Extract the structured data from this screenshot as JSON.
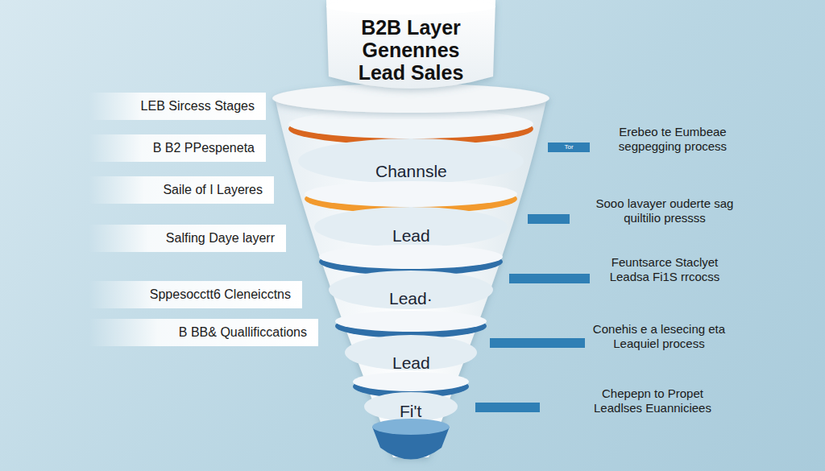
{
  "diagram": {
    "nodes": [
      {
        "text": [
          "B2B Layer Genennes Lead Sales"
        ]
      },
      {
        "text": [
          "Channsle"
        ]
      },
      {
        "text": [
          "Lead"
        ]
      },
      {
        "text": [
          "Lead·"
        ]
      },
      {
        "text": [
          "Lead"
        ]
      },
      {
        "text": [
          "Fi't"
        ]
      },
      {
        "text": [
          "LEB Sircess Stages"
        ]
      },
      {
        "text": [
          "B B2 PPespeneta"
        ]
      },
      {
        "text": [
          "Saile of I Layeres"
        ]
      },
      {
        "text": [
          "Salfing Daye layerr"
        ]
      },
      {
        "text": [
          "Sppesocctt6 Cleneicctns"
        ]
      },
      {
        "text": [
          "B BB& Quallificcations"
        ]
      }
    ],
    "labels": [
      "Erebeo te Eumbeae segpegging process",
      "Sooo lavayer ouderte sag quiltilio pressss",
      "Feuntsarce Staclyet Leadsa Fi1S rrcocss",
      "Conehis e a lesecing eta Leaquiel process",
      "Chepepn to Propet Leadlses Euanniciees",
      "Tor"
    ]
  }
}
